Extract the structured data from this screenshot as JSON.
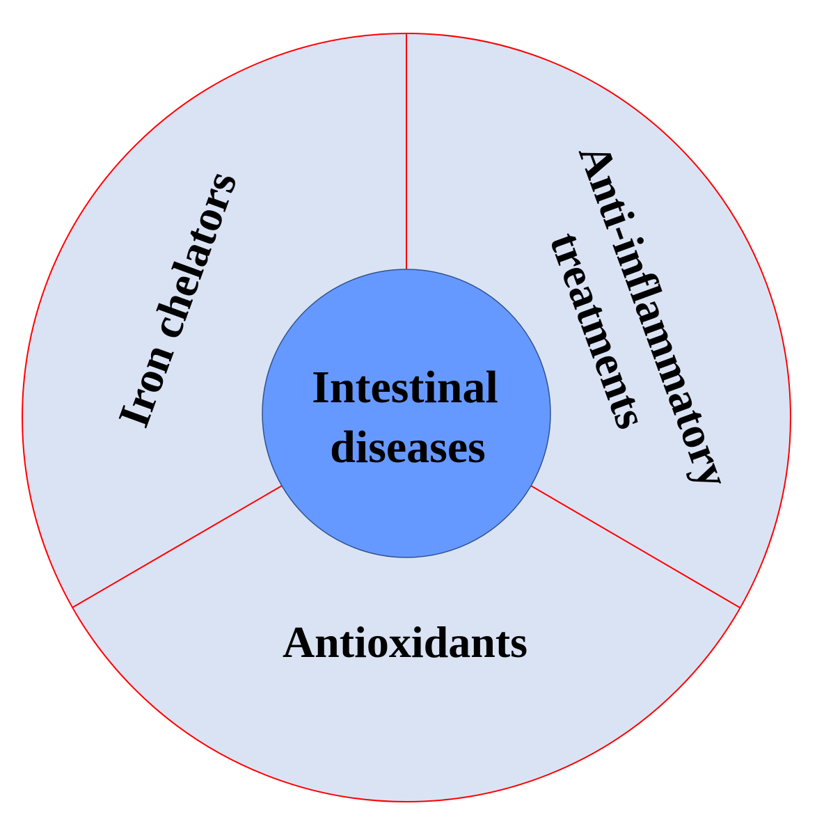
{
  "diagram": {
    "center": {
      "line1": "Intestinal",
      "line2": "diseases"
    },
    "segments": {
      "left": "Iron chelators",
      "right_line1": "Anti-inflammatory",
      "right_line2": "treatments",
      "bottom": "Antioxidants"
    },
    "colors": {
      "outer_fill": "#dae3f3",
      "outer_stroke": "#ff0000",
      "center_fill": "#6699ff",
      "center_stroke": "#2f528f",
      "text": "#000000"
    }
  }
}
